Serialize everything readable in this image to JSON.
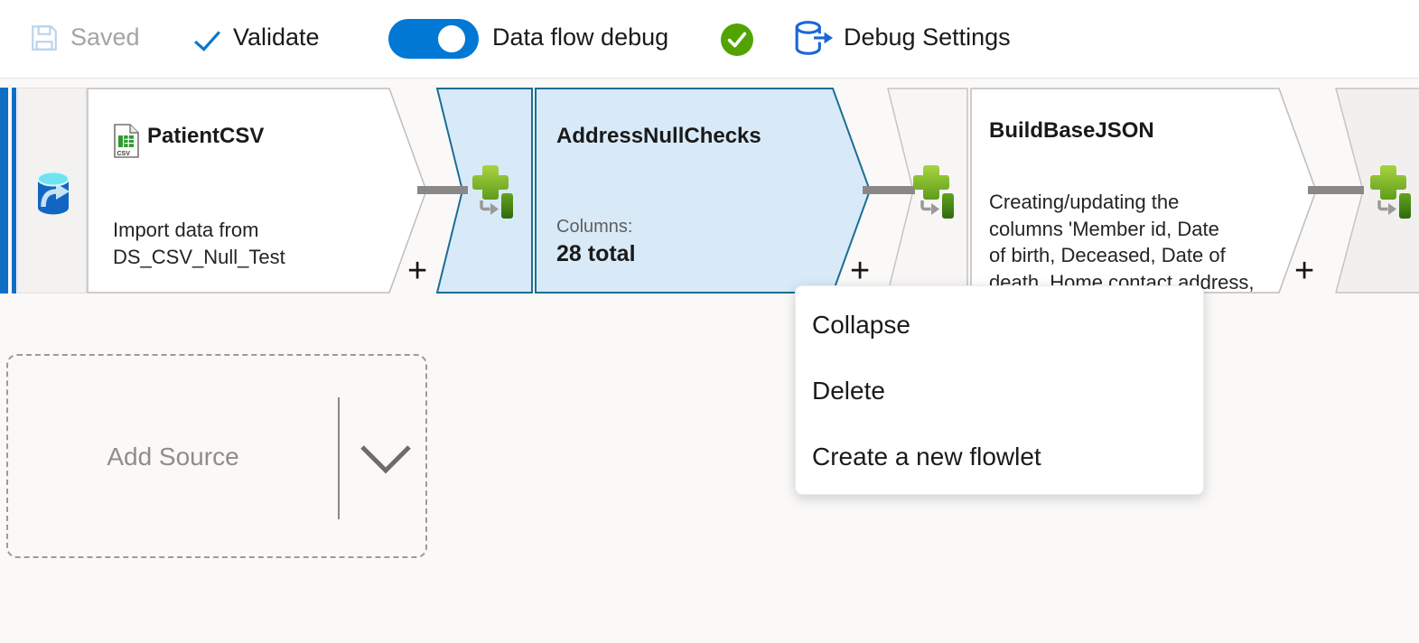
{
  "toolbar": {
    "save_status": "Saved",
    "validate_label": "Validate",
    "dataflow_debug_label": "Data flow debug",
    "dataflow_debug_state": "on",
    "debug_settings_label": "Debug Settings"
  },
  "icons": {
    "save": "floppy-disk",
    "validate": "checkmark",
    "dataflow_debug_status": "check-circle-green",
    "debug_settings": "database-export-arrow",
    "source_edge": "azure-data-factory-cylinder-arrow",
    "patient_node": "csv-file",
    "connector": "green-plus-with-stream",
    "add_source_dropdown": "chevron-down"
  },
  "colors": {
    "accent_blue": "#0078d4",
    "debug_ok_green": "#52a300",
    "selection_fill": "#d8eaf8",
    "selection_border": "#1b6e93",
    "icon_green": "#6fae24",
    "edge_gray": "#8a8886",
    "canvas_bg": "#faf9f8",
    "left_stripe_blue": "#0f6fc5"
  },
  "nodes": [
    {
      "title": "PatientCSV",
      "description": "Import data from\nDS_CSV_Null_Test",
      "add_label": "+"
    },
    {
      "title": "AddressNullChecks",
      "columns_label": "Columns:",
      "columns_value": "28 total",
      "add_label": "+",
      "selected": true
    },
    {
      "title": "BuildBaseJSON",
      "description": "Creating/updating the\ncolumns 'Member id, Date\nof birth, Deceased, Date of\ndeath, Home contact address,",
      "add_label": "+"
    }
  ],
  "context_menu": {
    "items": [
      {
        "label": "Collapse"
      },
      {
        "label": "Delete"
      },
      {
        "label": "Create a new flowlet"
      }
    ]
  },
  "add_source": {
    "label": "Add Source"
  }
}
